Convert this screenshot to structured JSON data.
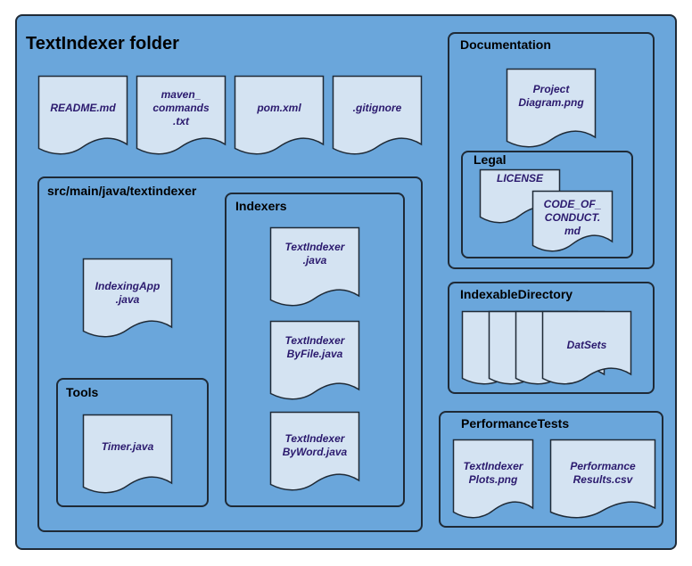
{
  "root": {
    "title": "TextIndexer folder"
  },
  "root_files": {
    "readme": "README.md",
    "maven": "maven_\ncommands\n.txt",
    "pom": "pom.xml",
    "gitignore": ".gitignore"
  },
  "src": {
    "title": "src/main/java/textindexer",
    "indexing_app": "IndexingApp\n.java",
    "tools": {
      "title": "Tools",
      "timer": "Timer.java"
    },
    "indexers": {
      "title": "Indexers",
      "text_indexer": "TextIndexer\n.java",
      "by_file": "TextIndexer\nByFile.java",
      "by_word": "TextIndexer\nByWord.java"
    }
  },
  "documentation": {
    "title": "Documentation",
    "project_diagram": "Project\nDiagram.png",
    "legal": {
      "title": "Legal",
      "license": "LICENSE",
      "code_of_conduct": "CODE_OF_\nCONDUCT.\nmd"
    }
  },
  "indexable": {
    "title": "IndexableDirectory",
    "datasets": "DatSets"
  },
  "performance": {
    "title": "PerformanceTests",
    "plots": "TextIndexer\nPlots.png",
    "results": "Performance\nResults.csv"
  }
}
